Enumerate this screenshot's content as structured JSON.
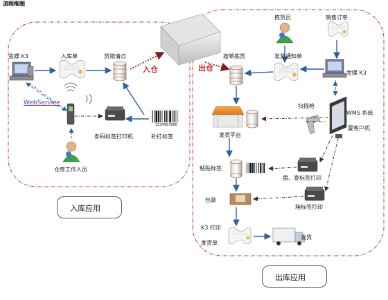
{
  "header": {
    "title": "流程框图"
  },
  "inbound": {
    "erp": "金蝶 K3",
    "receipt": "入库单",
    "inventory": "货物清点",
    "webservice": "WebService",
    "printer": "条码标签打印机",
    "relabel": "补打标签",
    "barcode_number": "1234567890",
    "worker": "仓库工作人员",
    "section_label": "入库应用"
  },
  "flows": {
    "in": "入仓",
    "out": "出仓"
  },
  "outbound": {
    "picker": "拣货员",
    "sales_order": "销售订单",
    "pick": "按单拣货",
    "ship_notice": "发货通知单",
    "erp": "金蝶 K3",
    "scanner": "扫描枪",
    "wms": "WMS 系统",
    "wms_client": "厦客户机",
    "platform": "发货平台",
    "attach_label": "粘贴标签",
    "pallet_print": "盘、查标签打印",
    "pack": "包装",
    "box_print": "箱标签打印",
    "k3_print": "K3 打印",
    "ship_doc": "发货单",
    "ship": "发货",
    "section_label": "出库应用"
  }
}
